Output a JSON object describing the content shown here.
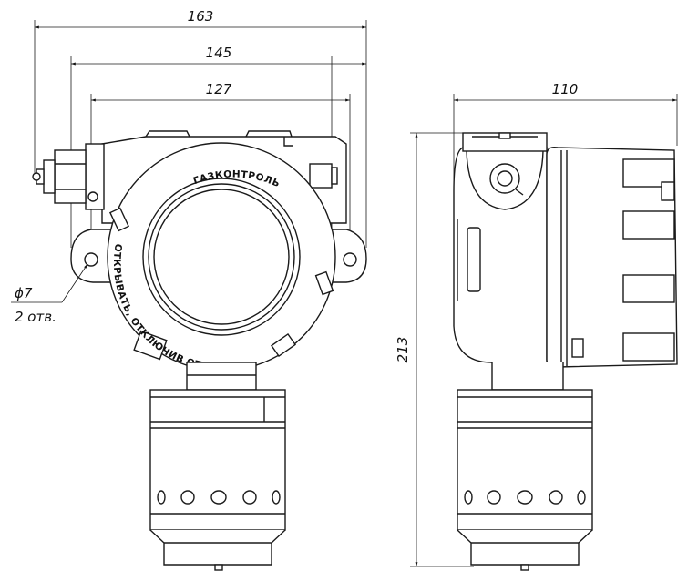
{
  "dimensions": {
    "overall_width": "163",
    "bracket_width": "145",
    "hole_spacing": "127",
    "side_depth": "110",
    "total_height": "213",
    "hole_diameter": "ϕ7",
    "hole_count": "2 отв."
  },
  "housing_marking": {
    "brand": "ГАЗКОНТРОЛЬ",
    "warning": "ОТКРЫВАТЬ, ОТКЛЮЧИВ ОТ СЕТИ"
  }
}
